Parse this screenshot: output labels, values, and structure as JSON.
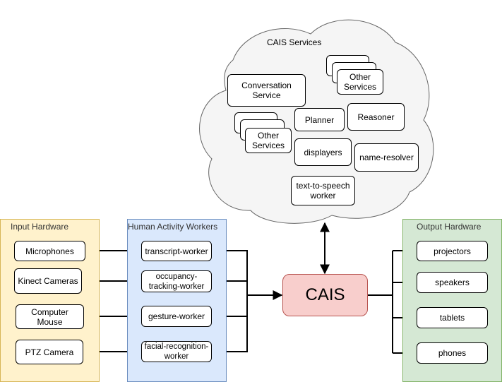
{
  "cloud": {
    "title": "CAIS Services",
    "services": {
      "conversation": "Conversation\nService",
      "other_top": "Other\nServices",
      "planner": "Planner",
      "reasoner": "Reasoner",
      "other_left": "Other\nServices",
      "displayers": "displayers",
      "name_resolver": "name-resolver",
      "tts": "text-to-speech\nworker"
    }
  },
  "input_hardware": {
    "title": "Input Hardware",
    "items": [
      "Microphones",
      "Kinect Cameras",
      "Computer\nMouse",
      "PTZ Camera"
    ]
  },
  "human_activity_workers": {
    "title": "Human Activity Workers",
    "items": [
      "transcript-worker",
      "occupancy-\ntracking-worker",
      "gesture-worker",
      "facial-recognition-\nworker"
    ]
  },
  "center": {
    "label": "CAIS"
  },
  "output_hardware": {
    "title": "Output Hardware",
    "items": [
      "projectors",
      "speakers",
      "tablets",
      "phones"
    ]
  },
  "colors": {
    "input_fill": "#fff2cc",
    "input_stroke": "#d6b656",
    "workers_fill": "#dae8fc",
    "workers_stroke": "#6c8ebf",
    "output_fill": "#d5e8d4",
    "output_stroke": "#82b366",
    "cais_fill": "#f8cecc",
    "cais_stroke": "#b85450",
    "cloud_fill": "#f5f5f5",
    "cloud_stroke": "#666666"
  }
}
